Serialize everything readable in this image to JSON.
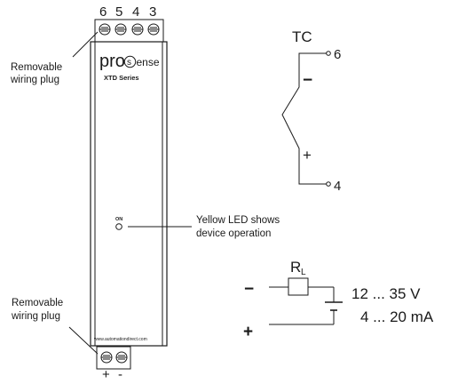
{
  "device": {
    "top_terminals": [
      "6",
      "5",
      "4",
      "3"
    ],
    "brand_pre": "pro",
    "brand_post": "ense",
    "brand_circle": "s",
    "series": "XTD Series",
    "led_tag": "ON",
    "website": "www.automationdirect.com",
    "bottom_terminals": [
      "+",
      "-"
    ]
  },
  "callouts": {
    "top_plug": [
      "Removable",
      "wiring plug"
    ],
    "bottom_plug": [
      "Removable",
      "wiring plug"
    ],
    "led": [
      "Yellow LED shows",
      "device operation"
    ]
  },
  "thermocouple": {
    "title": "TC",
    "terminal_top": "6",
    "terminal_bottom": "4",
    "minus": "−",
    "plus": "+"
  },
  "loop": {
    "resistor_label": "R",
    "resistor_sub": "L",
    "voltage": "12 ... 35 V",
    "current": "4 ... 20 mA",
    "minus": "−",
    "plus": "+"
  }
}
